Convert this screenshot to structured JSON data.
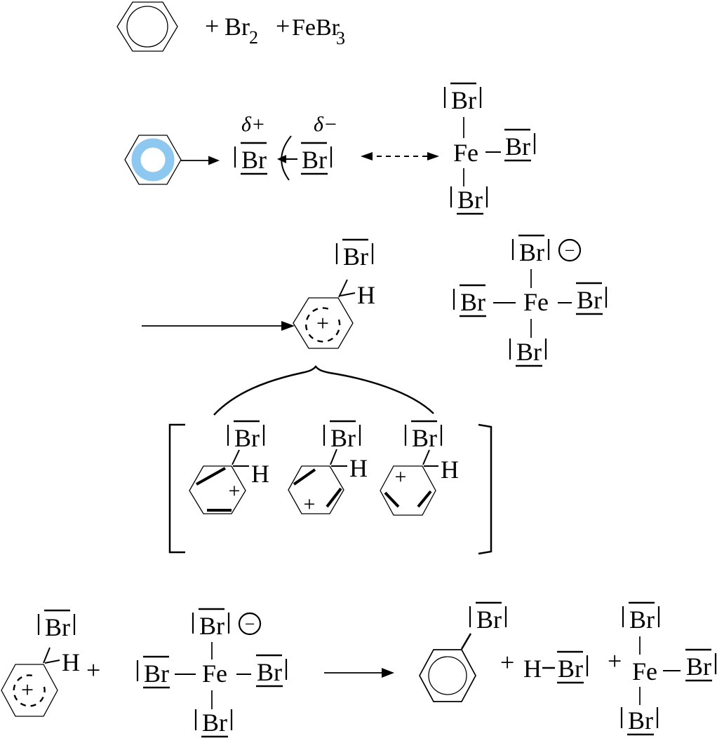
{
  "colors": {
    "ink": "#000000",
    "highlight_ring": "#8cc8f0",
    "background": "#ffffff"
  },
  "text": {
    "br": "Br",
    "fe": "Fe",
    "h": "H",
    "plus": "+",
    "minus": "−",
    "delta_plus": "δ+",
    "delta_minus": "δ−",
    "febr": "FeBr",
    "sub_2": "2",
    "sub_3": "3"
  }
}
